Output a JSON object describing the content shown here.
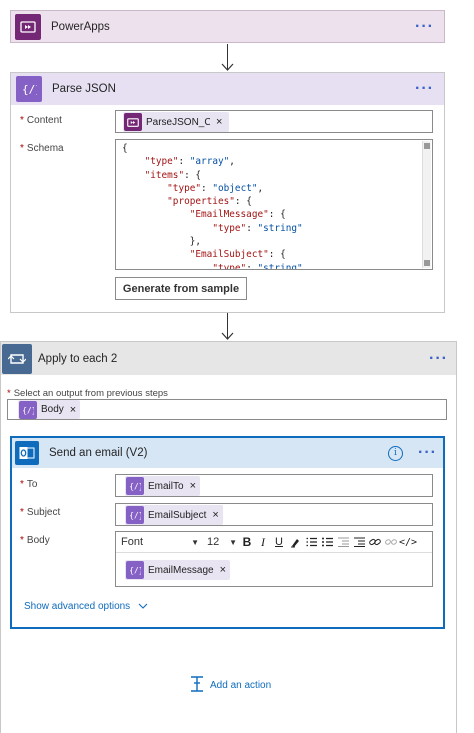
{
  "powerapps": {
    "title": "PowerApps",
    "accent": "#742774",
    "header_bg": "#ede1ed"
  },
  "parse_json": {
    "title": "Parse JSON",
    "accent": "#8661c5",
    "header_bg": "#e6e0f2",
    "content_label": "Content",
    "content_token": "ParseJSON_Co...",
    "schema_label": "Schema",
    "schema_lines": [
      "{",
      "    \"type\": \"array\",",
      "    \"items\": {",
      "        \"type\": \"object\",",
      "        \"properties\": {",
      "            \"EmailMessage\": {",
      "                \"type\": \"string\"",
      "            },",
      "            \"EmailSubject\": {",
      "                \"type\": \"string\""
    ],
    "generate_button": "Generate from sample"
  },
  "apply_each": {
    "title": "Apply to each 2",
    "accent": "#486991",
    "header_bg": "#e6e6e6",
    "select_label": "Select an output from previous steps",
    "body_token": "Body"
  },
  "send_email": {
    "title": "Send an email (V2)",
    "accent": "#0f6cbd",
    "header_bg": "#d6e6f5",
    "to_label": "To",
    "to_token": "EmailTo",
    "subject_label": "Subject",
    "subject_token": "EmailSubject",
    "body_label": "Body",
    "font_select": "Font",
    "font_size": "12",
    "body_token": "EmailMessage",
    "advanced_link": "Show advanced options"
  },
  "add_action": {
    "label": "Add an action",
    "color": "#0f6cbd"
  }
}
